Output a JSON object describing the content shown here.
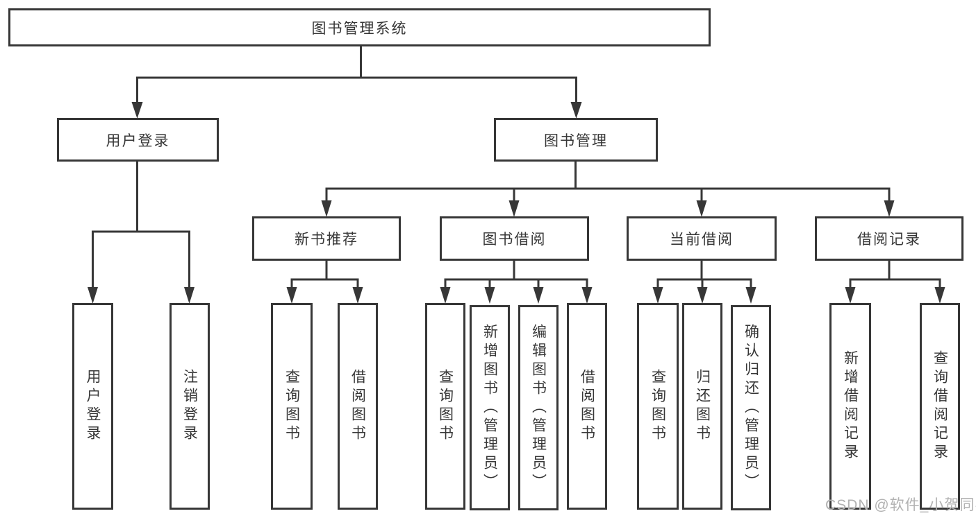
{
  "diagram": {
    "type": "tree",
    "root": {
      "label": "图书管理系统"
    },
    "level2": [
      {
        "label": "用户登录"
      },
      {
        "label": "图书管理"
      }
    ],
    "level3": [
      {
        "label": "新书推荐",
        "parent": "图书管理"
      },
      {
        "label": "图书借阅",
        "parent": "图书管理"
      },
      {
        "label": "当前借阅",
        "parent": "图书管理"
      },
      {
        "label": "借阅记录",
        "parent": "图书管理"
      }
    ],
    "leaves": [
      {
        "label": "用户登录",
        "parent": "用户登录"
      },
      {
        "label": "注销登录",
        "parent": "用户登录"
      },
      {
        "label": "查询图书",
        "parent": "新书推荐"
      },
      {
        "label": "借阅图书",
        "parent": "新书推荐"
      },
      {
        "label": "查询图书",
        "parent": "图书借阅"
      },
      {
        "label": "新增图书（管理员）",
        "parent": "图书借阅"
      },
      {
        "label": "编辑图书（管理员）",
        "parent": "图书借阅"
      },
      {
        "label": "借阅图书",
        "parent": "图书借阅"
      },
      {
        "label": "查询图书",
        "parent": "当前借阅"
      },
      {
        "label": "归还图书",
        "parent": "当前借阅"
      },
      {
        "label": "确认归还（管理员）",
        "parent": "当前借阅"
      },
      {
        "label": "新增借阅记录",
        "parent": "借阅记录"
      },
      {
        "label": "查询借阅记录",
        "parent": "借阅记录"
      }
    ],
    "watermark": "CSDN @软件_小贺同学",
    "colors": {
      "line": "#373737",
      "text": "#373737",
      "watermark": "#b2b2b2",
      "background": "#ffffff"
    }
  }
}
